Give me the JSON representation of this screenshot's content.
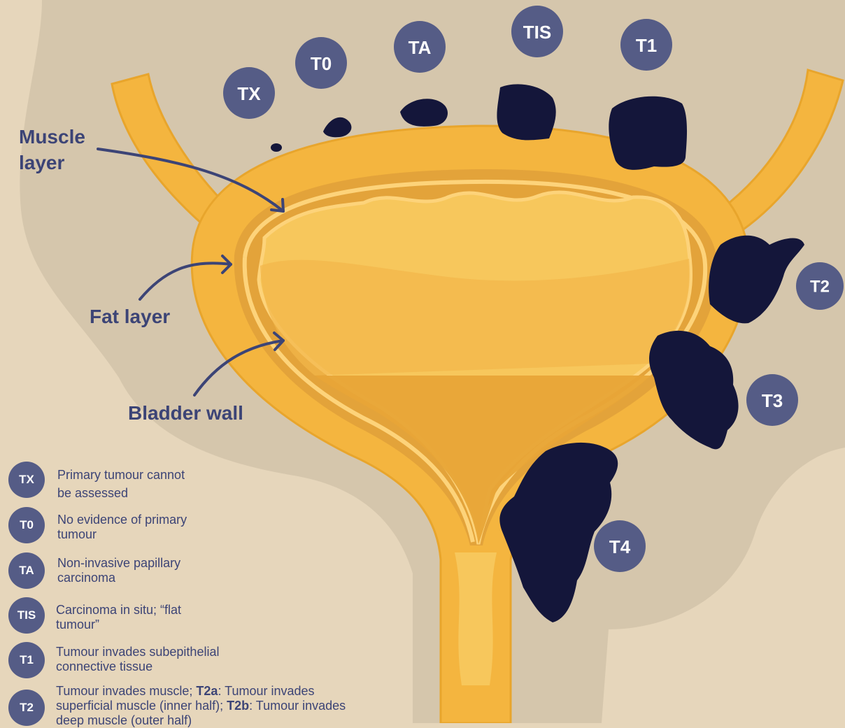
{
  "colors": {
    "background": "#e6d6bb",
    "shadow": "#d5c6ac",
    "bladder": "#f4b53f",
    "bladder_outline": "#e8a52c",
    "inner_light": "#f7c75c",
    "inner_dark": "#e3a33a",
    "lining": "#fdd37a",
    "tumour": "#14163a",
    "badge": "#555c86",
    "label_text": "#3c4476"
  },
  "labels": {
    "muscle_layer": [
      "Muscle",
      "layer"
    ],
    "fat_layer": "Fat layer",
    "bladder_wall": "Bladder wall"
  },
  "stages": {
    "tx": "TX",
    "t0": "T0",
    "ta": "TA",
    "tis": "TIS",
    "t1": "T1",
    "t2": "T2",
    "t3": "T3",
    "t4": "T4"
  },
  "legend": [
    {
      "badge": "TX",
      "lines": [
        "Primary tumour cannot",
        "be assessed"
      ]
    },
    {
      "badge": "T0",
      "lines": [
        "No evidence of primary",
        "tumour"
      ]
    },
    {
      "badge": "TA",
      "lines": [
        "Non-invasive papillary",
        "carcinoma"
      ]
    },
    {
      "badge": "TIS",
      "lines": [
        "Carcinoma in situ; “flat",
        "tumour”"
      ]
    },
    {
      "badge": "T1",
      "lines": [
        "Tumour invades subepithelial",
        "connective tissue"
      ]
    },
    {
      "badge": "T2",
      "parts": [
        {
          "t": "Tumour invades muscle; ",
          "b": false
        },
        {
          "t": "T2a",
          "b": true
        },
        {
          "t": ": Tumour invades superficial muscle (inner half); ",
          "b": false
        },
        {
          "t": "T2b",
          "b": true
        },
        {
          "t": ": Tumour invades deep muscle (outer half)",
          "b": false
        }
      ]
    }
  ]
}
